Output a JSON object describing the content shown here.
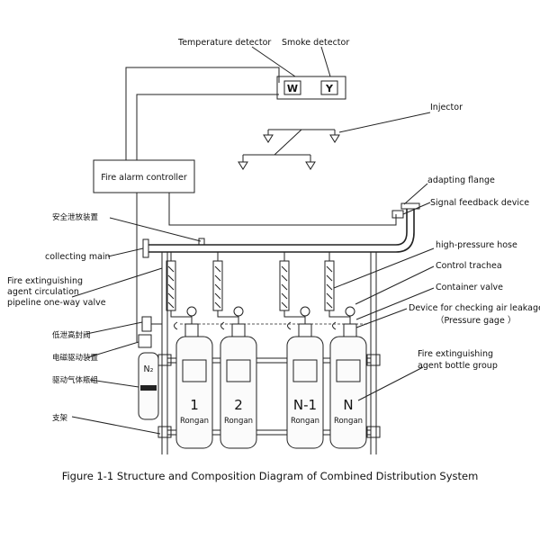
{
  "labels": {
    "temperature_detector": "Temperature detector",
    "smoke_detector": "Smoke detector",
    "detector_w": "W",
    "detector_y": "Y",
    "injector": "Injector",
    "fire_alarm_controller": "Fire alarm controller",
    "adapting_flange": "adapting flange",
    "signal_feedback_device": "Signal feedback device",
    "safety_relief_device": "安全泄放装置",
    "collecting_main": "collecting main",
    "one_way_valve_line1": "Fire extinguishing",
    "one_way_valve_line2": "agent circulation",
    "one_way_valve_line3": "pipeline one-way valve",
    "high_pressure_hose": "high-pressure hose",
    "control_trachea": "Control trachea",
    "container_valve": "Container valve",
    "leak_check_line1": "Device for checking air leakage",
    "leak_check_line2": "（Pressure gage  ）",
    "low_leak_valve": "低泄高封阀",
    "solenoid_drive": "电磁驱动装置",
    "drive_gas_bottle": "驱动气体瓶组",
    "bracket": "支架",
    "bottle_group_line1": "Fire extinguishing",
    "bottle_group_line2": "agent bottle group",
    "n2_label": "N₂"
  },
  "bottles": [
    {
      "number": "1",
      "brand": "Rongan"
    },
    {
      "number": "2",
      "brand": "Rongan"
    },
    {
      "number": "N-1",
      "brand": "Rongan"
    },
    {
      "number": "N",
      "brand": "Rongan"
    }
  ],
  "caption": "Figure 1-1 Structure and Composition Diagram of Combined Distribution System"
}
